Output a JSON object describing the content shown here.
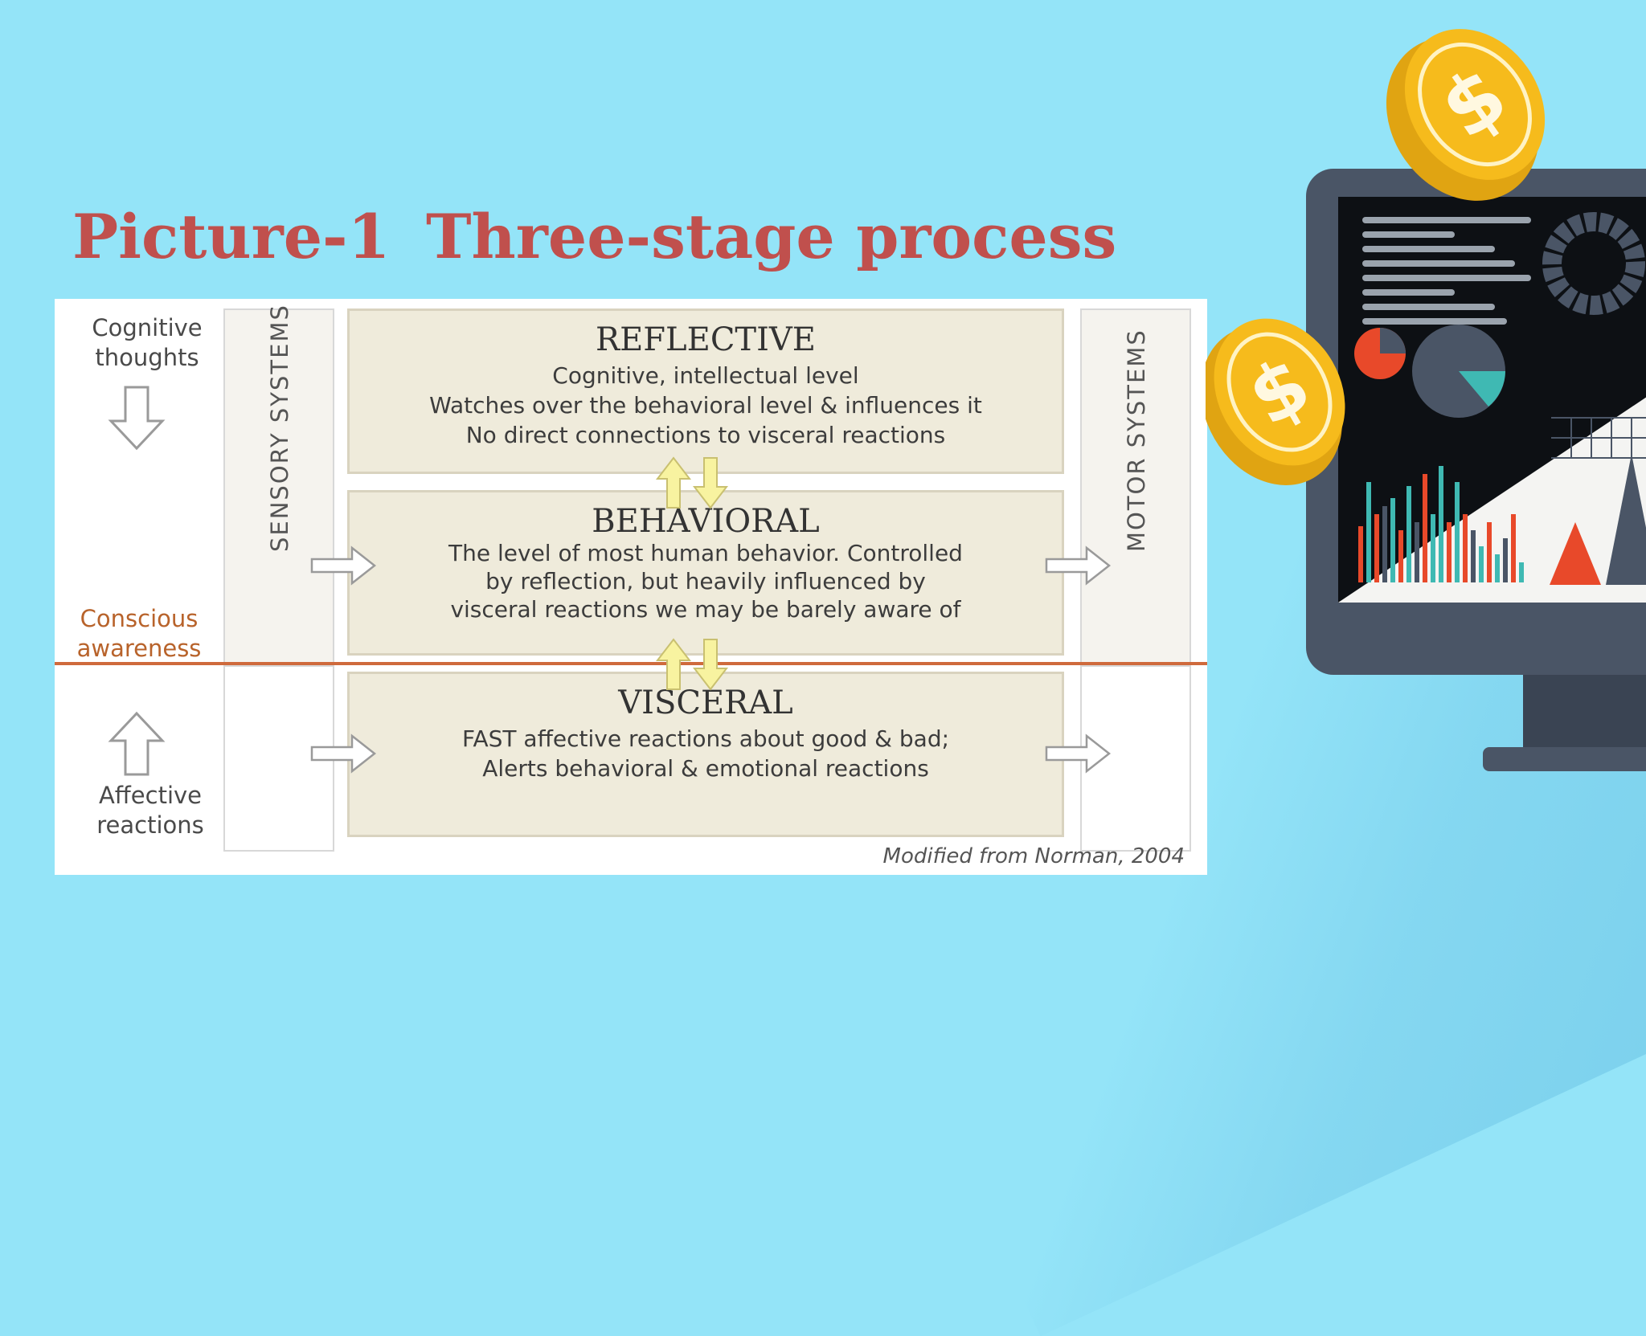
{
  "slide": {
    "label": "Picture-1",
    "title": "Three-stage process"
  },
  "colors": {
    "background": "#94e4f8",
    "title": "#c0504d",
    "divider": "#cf6a3c",
    "stage_fill": "#efebdb",
    "up_arrow": "#f8f3a0"
  },
  "diagram": {
    "left_top_label": "Cognitive\nthoughts",
    "left_mid_label": "Conscious\nawareness",
    "left_bottom_label": "Affective\nreactions",
    "left_column_label": "SENSORY SYSTEMS",
    "right_column_label": "MOTOR SYSTEMS",
    "stages": [
      {
        "title": "REFLECTIVE",
        "description": "Cognitive, intellectual level\nWatches over the behavioral level & influences it\nNo direct connections to visceral reactions"
      },
      {
        "title": "BEHAVIORAL",
        "description": "The level of most human behavior. Controlled\nby reflection, but heavily influenced by\nvisceral reactions we may be barely aware of"
      },
      {
        "title": "VISCERAL",
        "description": "FAST affective reactions about good & bad;\nAlerts behavioral & emotional reactions"
      }
    ],
    "attribution": "Modified from Norman, 2004"
  },
  "illustration": {
    "coin_icon": "dollar-coin-icon",
    "monitor_icon": "analytics-monitor-icon"
  }
}
